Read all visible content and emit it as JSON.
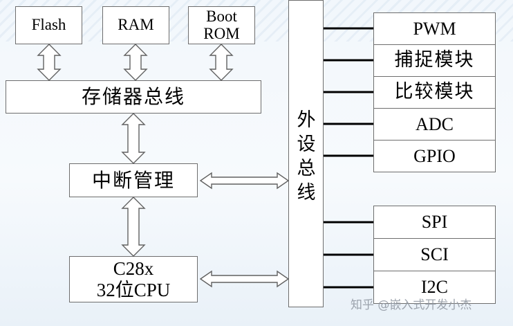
{
  "memories": [
    "Flash",
    "RAM",
    "Boot\nROM"
  ],
  "memory_bus": "存储器总线",
  "interrupt_mgmt": "中断管理",
  "cpu": "C28x\n32位CPU",
  "peripheral_bus": "外\n设\n总\n线",
  "peripherals_group1": [
    "PWM",
    "捕捉模块",
    "比较模块",
    "ADC",
    "GPIO"
  ],
  "peripherals_group2": [
    "SPI",
    "SCI",
    "I2C"
  ],
  "watermark": "知乎 @嵌入式开发小杰"
}
